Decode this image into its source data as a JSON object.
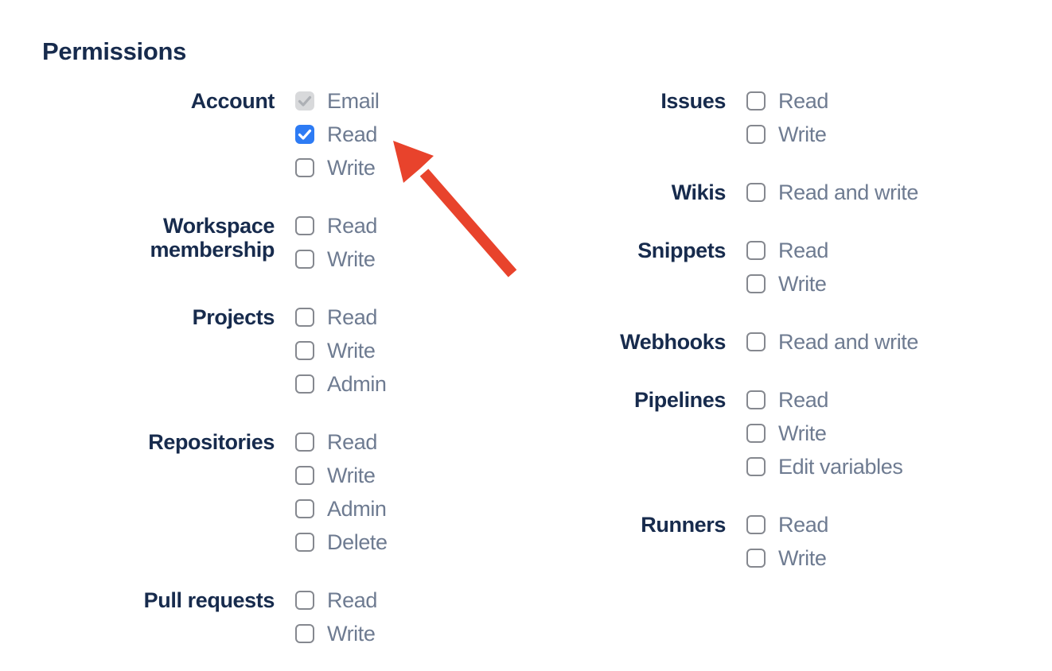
{
  "heading": "Permissions",
  "colors": {
    "heading_text": "#172B4D",
    "option_text": "#6E7B91",
    "checkbox_checked": "#2D7BF4",
    "checkbox_disabled_bg": "#D8D9DB",
    "checkbox_border": "#85888F",
    "arrow": "#E8432C"
  },
  "permissions": {
    "columns": [
      {
        "groups": [
          {
            "label": "Account",
            "options": [
              {
                "label": "Email",
                "state": "checked-disabled"
              },
              {
                "label": "Read",
                "state": "checked"
              },
              {
                "label": "Write",
                "state": "unchecked"
              }
            ]
          },
          {
            "label": "Workspace membership",
            "options": [
              {
                "label": "Read",
                "state": "unchecked"
              },
              {
                "label": "Write",
                "state": "unchecked"
              }
            ]
          },
          {
            "label": "Projects",
            "options": [
              {
                "label": "Read",
                "state": "unchecked"
              },
              {
                "label": "Write",
                "state": "unchecked"
              },
              {
                "label": "Admin",
                "state": "unchecked"
              }
            ]
          },
          {
            "label": "Repositories",
            "options": [
              {
                "label": "Read",
                "state": "unchecked"
              },
              {
                "label": "Write",
                "state": "unchecked"
              },
              {
                "label": "Admin",
                "state": "unchecked"
              },
              {
                "label": "Delete",
                "state": "unchecked"
              }
            ]
          },
          {
            "label": "Pull requests",
            "options": [
              {
                "label": "Read",
                "state": "unchecked"
              },
              {
                "label": "Write",
                "state": "unchecked"
              }
            ]
          }
        ]
      },
      {
        "groups": [
          {
            "label": "Issues",
            "options": [
              {
                "label": "Read",
                "state": "unchecked"
              },
              {
                "label": "Write",
                "state": "unchecked"
              }
            ]
          },
          {
            "label": "Wikis",
            "options": [
              {
                "label": "Read and write",
                "state": "unchecked"
              }
            ]
          },
          {
            "label": "Snippets",
            "options": [
              {
                "label": "Read",
                "state": "unchecked"
              },
              {
                "label": "Write",
                "state": "unchecked"
              }
            ]
          },
          {
            "label": "Webhooks",
            "options": [
              {
                "label": "Read and write",
                "state": "unchecked"
              }
            ]
          },
          {
            "label": "Pipelines",
            "options": [
              {
                "label": "Read",
                "state": "unchecked"
              },
              {
                "label": "Write",
                "state": "unchecked"
              },
              {
                "label": "Edit variables",
                "state": "unchecked"
              }
            ]
          },
          {
            "label": "Runners",
            "options": [
              {
                "label": "Read",
                "state": "unchecked"
              },
              {
                "label": "Write",
                "state": "unchecked"
              }
            ]
          }
        ]
      }
    ]
  },
  "annotation": {
    "shape": "arrow",
    "color": "#E8432C",
    "points_to": "Account Read checkbox"
  }
}
